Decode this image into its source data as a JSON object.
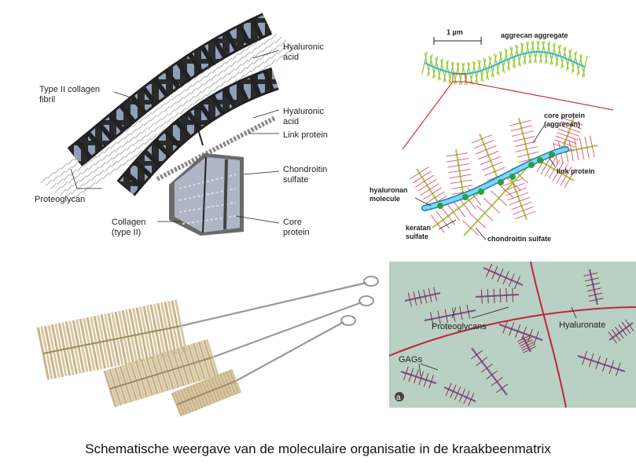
{
  "panel1": {
    "labels": {
      "hyaluronic_acid_1": [
        "Hyaluronic",
        "acid"
      ],
      "type2_collagen": [
        "Type II collagen",
        "fibril"
      ],
      "hyaluronic_acid_2": [
        "Hyaluronic",
        "acid"
      ],
      "link_protein": "Link protein",
      "chondroitin": [
        "Chondroitin",
        "sulfate"
      ],
      "proteoglycan": "Proteoglycan",
      "collagen_type2": [
        "Collagen",
        "(type II)"
      ],
      "core_protein": [
        "Core",
        "protein"
      ]
    }
  },
  "panel2": {
    "labels": {
      "scale": "1 µm",
      "aggregate": "aggrecan aggregate",
      "core_protein": [
        "core protein",
        "(aggrecan)"
      ],
      "link_protein": "link protein",
      "hyaluronan": [
        "hyaluronan",
        "molecule"
      ],
      "keratan": [
        "keratan",
        "sulfate"
      ],
      "chondroitin": "chondroitin sulfate"
    },
    "colors": {
      "hyaluronan": "#33b5e5",
      "core": "#9ccc3c",
      "chains": "#e0506a",
      "link": "#2e9e3e"
    }
  },
  "panel4": {
    "labels": {
      "proteoglycans": "Proteoglycans",
      "hyaluronate": "Hyaluronate",
      "gags": "GAGs",
      "letter": "a"
    },
    "colors": {
      "background": "#b9d0c4",
      "hyaluronate": "#c0263c",
      "core": "#7a4c8c",
      "gag": "#8a2e48"
    }
  },
  "caption": "Schematische weergave van de moleculaire organisatie in de kraakbeenmatrix"
}
